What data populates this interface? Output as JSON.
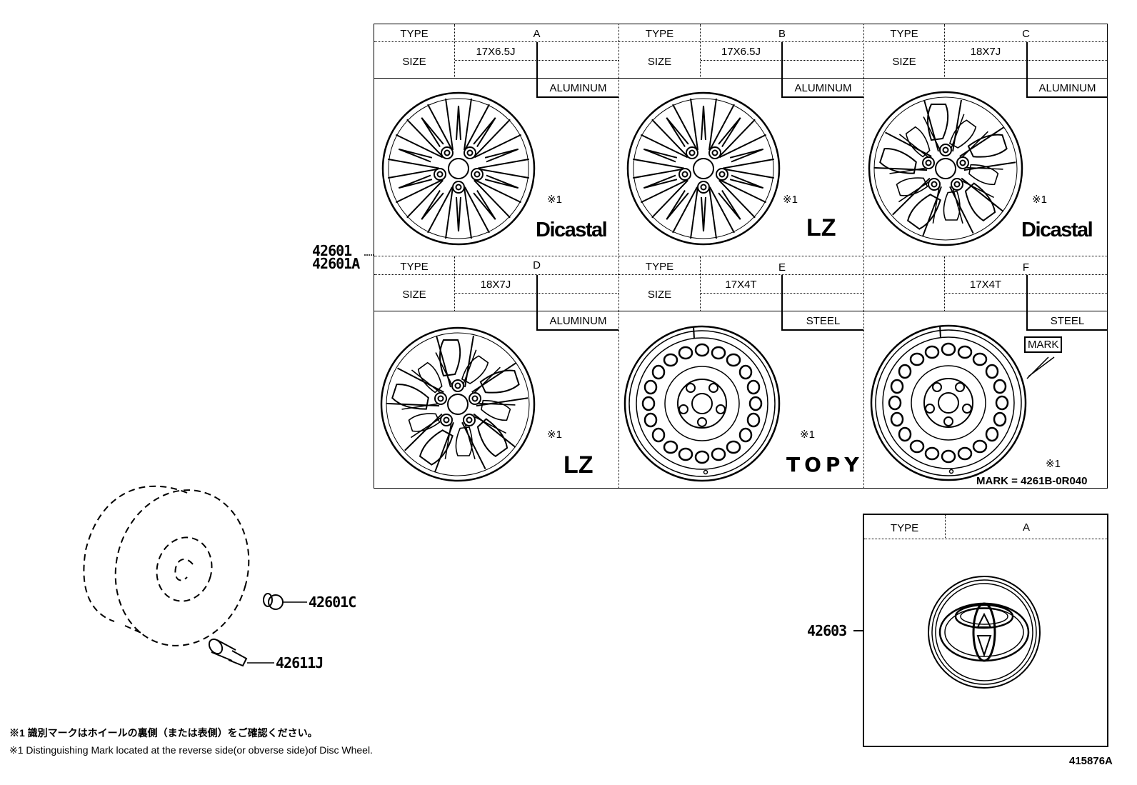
{
  "diagram": {
    "id": "415876A",
    "wheel_table": {
      "header_label_type": "TYPE",
      "header_label_size": "SIZE",
      "wheels": [
        {
          "type": "A",
          "size": "17X6.5J",
          "material": "ALUMINUM",
          "note_mark": "※1",
          "brand": "Dicastal",
          "style": "10-spoke"
        },
        {
          "type": "B",
          "size": "17X6.5J",
          "material": "ALUMINUM",
          "note_mark": "※1",
          "brand": "LZ",
          "style": "10-spoke"
        },
        {
          "type": "C",
          "size": "18X7J",
          "material": "ALUMINUM",
          "note_mark": "※1",
          "brand": "Dicastal",
          "style": "twisted-5-spoke"
        },
        {
          "type": "D",
          "size": "18X7J",
          "material": "ALUMINUM",
          "note_mark": "※1",
          "brand": "LZ",
          "style": "twisted-5-spoke"
        },
        {
          "type": "E",
          "size": "17X4T",
          "material": "STEEL",
          "note_mark": "※1",
          "brand": "TOPY",
          "style": "steel-spare"
        },
        {
          "type": "F",
          "size": "17X4T",
          "material": "STEEL",
          "note_mark": "※1",
          "brand": "",
          "style": "steel-spare",
          "callout": "MARK",
          "mark_code": "MARK = 4261B-0R040"
        }
      ]
    },
    "cap_table": {
      "type_label": "TYPE",
      "type_value": "A",
      "item": "Toyota emblem center cap"
    },
    "part_numbers": {
      "wheel_main": "42601",
      "wheel_alt": "42601A",
      "cap": "42603",
      "nut": "42601C",
      "valve": "42611J"
    },
    "footnotes": [
      "※1 識別マークはホイールの裏側（または表側）をご確認ください。",
      "※1 Distinguishing Mark located at the reverse side(or obverse side)of Disc Wheel."
    ]
  }
}
